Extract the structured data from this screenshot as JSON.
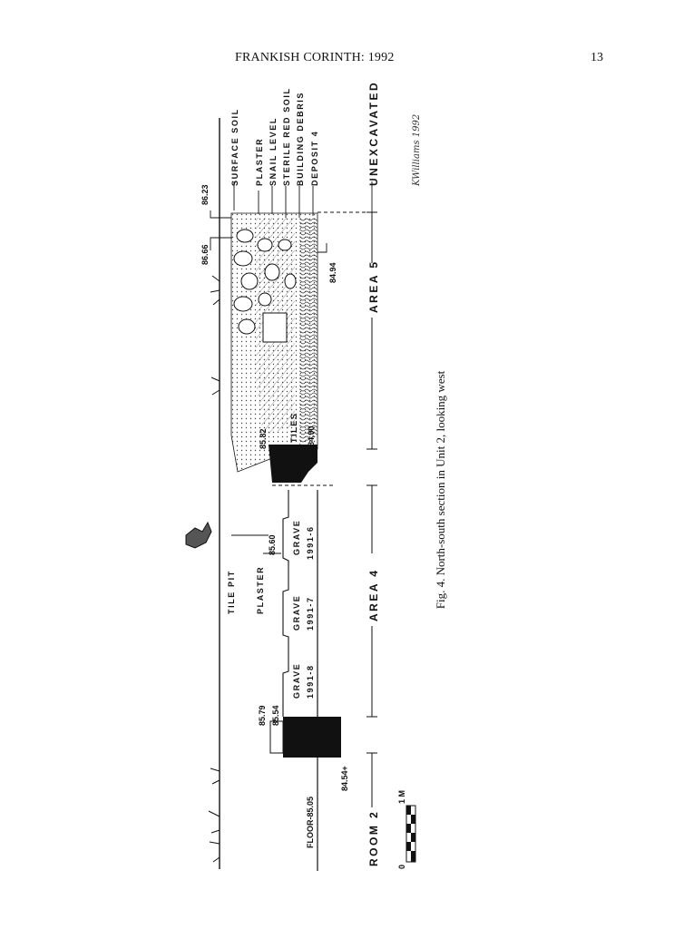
{
  "header": {
    "title": "FRANKISH CORINTH: 1992",
    "page_number": "13"
  },
  "caption": "Fig. 4. North-south section in Unit 2, looking west",
  "figure": {
    "strata_labels": {
      "surface_soil": "SURFACE SOIL",
      "plaster_top": "PLASTER",
      "snail_level": "SNAIL LEVEL",
      "sterile_red_soil": "STERILE RED SOIL",
      "building_debris": "BUILDING DEBRIS",
      "deposit_4": "DEPOSIT 4",
      "unexcavated": "UNEXCAVATED",
      "tile_pit": "TILE PIT",
      "plaster_mid": "PLASTER",
      "tiles": "TILES"
    },
    "areas": {
      "area5": "AREA 5",
      "area4": "AREA 4",
      "room2": "ROOM 2"
    },
    "graves": [
      {
        "label": "GRAVE",
        "id": "1991-6"
      },
      {
        "label": "GRAVE",
        "id": "1991-7"
      },
      {
        "label": "GRAVE",
        "id": "1991-8"
      }
    ],
    "elevations": {
      "e8623": "86.23",
      "e8666": "86.66",
      "e8494": "84.94",
      "e8582": "85.82",
      "e8490": "84.90",
      "e8560": "85.60",
      "e8579": "85.79",
      "e8554": "85.54",
      "floor": "FLOOR-85.05",
      "e8454": "84.54+"
    },
    "scale": {
      "zero": "0",
      "one": "1 M"
    },
    "signature": "KWilliams 1992"
  }
}
